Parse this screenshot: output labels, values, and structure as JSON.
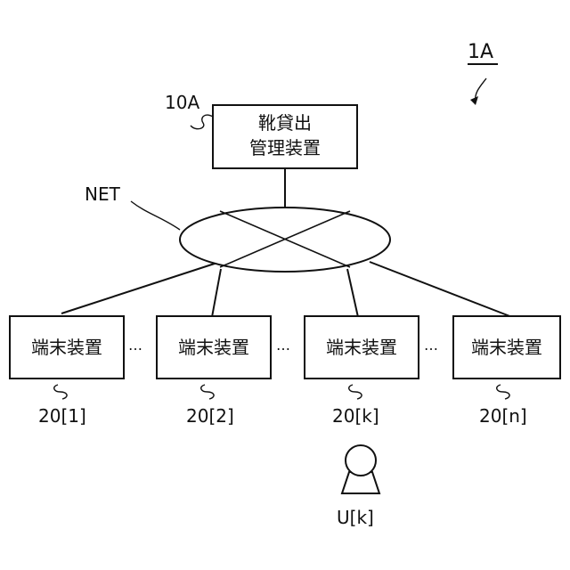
{
  "figure_label": "1A",
  "server": {
    "ref": "10A",
    "line1": "靴貸出",
    "line2": "管理装置"
  },
  "network": {
    "label": "NET"
  },
  "terminals": [
    {
      "label": "端末装置",
      "ref": "20[1]"
    },
    {
      "label": "端末装置",
      "ref": "20[2]"
    },
    {
      "label": "端末装置",
      "ref": "20[k]"
    },
    {
      "label": "端末装置",
      "ref": "20[n]"
    }
  ],
  "ellipsis": "…",
  "user": {
    "label": "U[k]"
  }
}
